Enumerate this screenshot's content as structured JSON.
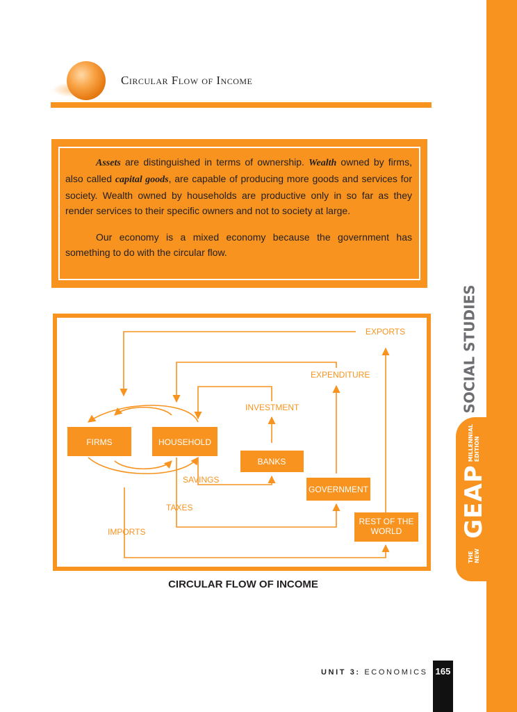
{
  "header": {
    "title": "Circular Flow of Income"
  },
  "textbox": {
    "p1": [
      {
        "t": "Assets",
        "em": true
      },
      {
        "t": " are distinguished in terms of ownership. ",
        "em": false
      },
      {
        "t": "Wealth",
        "em": true
      },
      {
        "t": " owned by firms, also called ",
        "em": false
      },
      {
        "t": "capital goods",
        "em": true
      },
      {
        "t": ", are capable of producing more goods and services for society. Wealth owned by households are productive only in so far as they render services to their specific owners and not to society at large.",
        "em": false
      }
    ],
    "p2": "Our economy is a mixed economy because the government has something to do with the circular flow."
  },
  "diagram": {
    "boxes": {
      "firms": "FIRMS",
      "household": "HOUSEHOLD",
      "banks": "BANKS",
      "government": "GOVERNMENT",
      "rest_of_world_line1": "REST OF THE",
      "rest_of_world_line2": "WORLD"
    },
    "labels": {
      "exports": "EXPORTS",
      "expenditure": "EXPENDITURE",
      "investment": "INVESTMENT",
      "savings": "SAVINGS",
      "taxes": "TAXES",
      "imports": "IMPORTS"
    },
    "accent_color": "#f7931e"
  },
  "caption": "CIRCULAR FLOW OF INCOME",
  "footer": {
    "unit_label": "UNIT 3:",
    "unit_name": "ECONOMICS",
    "page_number": "165"
  },
  "sidebar": {
    "subject": "SOCIAL STUDIES",
    "brand_small_1": "THE NEW",
    "brand_big": "GEAP",
    "brand_small_2": "MILLENNIAL",
    "brand_small_3": "EDITION"
  }
}
